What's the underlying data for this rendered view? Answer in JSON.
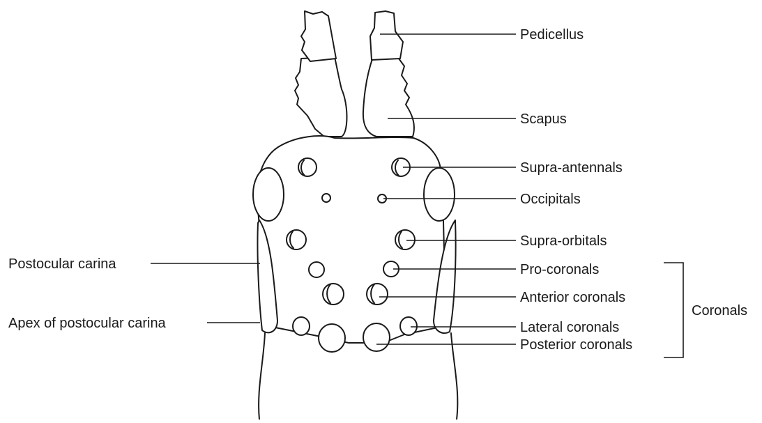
{
  "labels": {
    "pedicellus": "Pedicellus",
    "scapus": "Scapus",
    "supra_antennals": "Supra-antennals",
    "occipitals": "Occipitals",
    "supra_orbitals": "Supra-orbitals",
    "pro_coronals": "Pro-coronals",
    "anterior_coronals": "Anterior coronals",
    "lateral_coronals": "Lateral coronals",
    "posterior_coronals": "Posterior coronals",
    "coronals": "Coronals",
    "postocular_carina": "Postocular carina",
    "apex_postocular_carina": "Apex of postocular carina"
  },
  "colors": {
    "ink": "#1a1a1a",
    "background": "#ffffff"
  }
}
